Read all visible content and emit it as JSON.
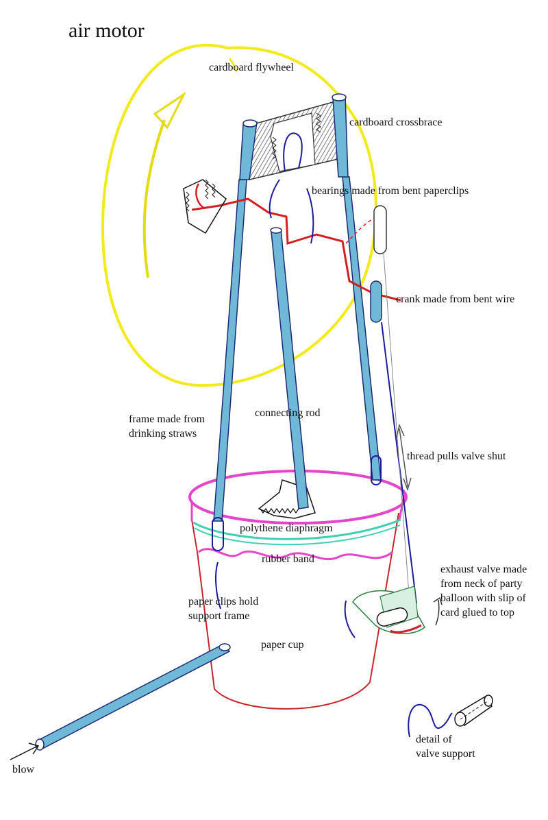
{
  "title": "air motor",
  "labels": {
    "flywheel": "cardboard flywheel",
    "crossbrace": "cardboard crossbrace",
    "bearings": "bearings made from bent paperclips",
    "crank": "crank made from bent wire",
    "frame": "frame made from\ndrinking straws",
    "connecting_rod": "connecting rod",
    "thread": "thread pulls valve shut",
    "diaphragm": "polythene diaphragm",
    "rubber_band": "rubber band",
    "exhaust_valve": "exhaust valve made\nfrom neck of party\nballoon with slip of\ncard glued to top",
    "paper_clips": "paper clips hold\nsupport frame",
    "paper_cup": "paper cup",
    "valve_detail": "detail of\nvalve support",
    "blow": "blow"
  },
  "colors": {
    "flywheel": "#f2ea1a",
    "straw": "#6fb8d8",
    "straw_outline": "#1c2a6e",
    "crank": "#d21f1f",
    "cup": "#c8242c",
    "diaphragm_rim": "#e545c8",
    "rubber_band": "#3fd0b4",
    "thread": "#1a1a9a",
    "cardboard": "#8f8f96",
    "valve_green": "#2e7a40"
  }
}
